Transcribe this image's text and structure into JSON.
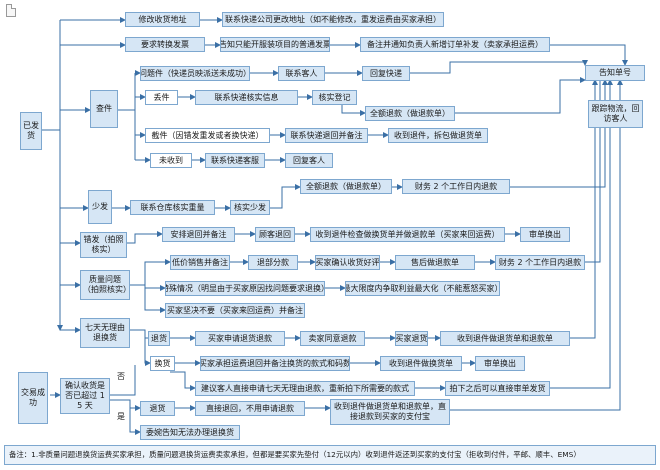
{
  "nodes": {
    "shipped": "已发货",
    "success": "交易成功",
    "change_addr": "修改收货地址",
    "contact_change_addr": "联系快递公司更改地址（如不能修改，重发运费由买家承担）",
    "req_change_ship": "要求转换发票",
    "tell_clothing_notice": "告知只能开服装项目的普通发票",
    "note_responsible_reissue": "备注并通知负责人新增订单补发（卖家承担运费）",
    "lost": "查件",
    "tell_order_no": "告知单号",
    "ask_courier": "问题件（快递员映派送未成功）",
    "contact_buyer": "联系客人",
    "reply_courier": "回复快递",
    "lost_item": "丢件",
    "contact_verify_info": "联系快递核实信息",
    "verify_register": "核实登记",
    "full_refund_1": "全额退款（做退款单）",
    "track_logistics": "跟踪物流，回访客人",
    "damaged": "截件（因错发重发或者换快递）",
    "contact_return_note": "联系快递退回并备注",
    "receive_return_refund": "收到退件，拆包做退货单",
    "not_received": "未收到",
    "contact_courier_cs": "联系快递客服",
    "reply_buyer": "回复客人",
    "short_ship": "少发",
    "contact_warehouse": "联系仓库核实重量",
    "verify_short": "核实少发",
    "full_refund_2": "全额退款（做退款单）",
    "finance_refund_1": "财务 2 个工作日内退款",
    "wrong_ship": "错发（拍照核实）",
    "arrange_return": "安排退回并备注",
    "buyer_return": "顾客退回",
    "receive_check_return": "收到退件检查做换货单并做退款单（买家来回运费）",
    "review_exchange": "审单换出",
    "quality_issue": "质量问题（拍照核实）",
    "low_price_remark": "低价销售并备注",
    "partial_refund": "退部分款",
    "buyer_confirm_praise": "买家确认收货好评",
    "after_sale_refund": "售后做退款单",
    "finance_refund_2": "财务 2 个工作日内退款",
    "special_case": "特殊情况（明显由于买家原因找问题要求退换）",
    "max_benefit": "最大限度内争取利益最大化（不能惹怒买家）",
    "buyer_insist": "买家坚决不要（买家来回运费）并备注",
    "seven_day": "七天无理由退换货",
    "return_goods": "退货",
    "buyer_apply_return": "买家申请退货退款",
    "seller_agree_refund": "卖家同意退款",
    "buyer_return_2": "买家退货",
    "receive_return_refund_2": "收到退件做退货单和退款单",
    "exchange": "换货",
    "buyer_pay_exchange": "买家承担运费退回并备注换货的款式和码数",
    "receive_exchange_bill": "收到退件做换货单",
    "review_exchange_2": "审单换出",
    "suggest_seven_day": "建议客人直接申请七天无理由退款，重新拍下所需要的款式",
    "after_shoot_ship": "拍下之后可以直接审单发货",
    "confirm_over_15": "确认收货是否已超过 15 天",
    "no_label": "否",
    "yes_label": "是",
    "return_goods_2": "退货",
    "direct_return": "直接退回，不用申请退款",
    "receive_return_refund_3": "收到退件做退货单和退款单，直接退款到买家的支付宝",
    "commission_notice": "委婉告知无法办理退换货"
  },
  "footer_note": "备注：1.非质量问题退换货运费买家承担，质量问题退换货运费卖家承担，但都是要买家先垫付（12元以内）收到退件返还到买家的支付宝（拒收到付件，平邮、顺丰、EMS）",
  "colors": {
    "box_fill": "#d6e6f5",
    "box_border": "#7da7cf",
    "line": "#3a6fa5"
  }
}
